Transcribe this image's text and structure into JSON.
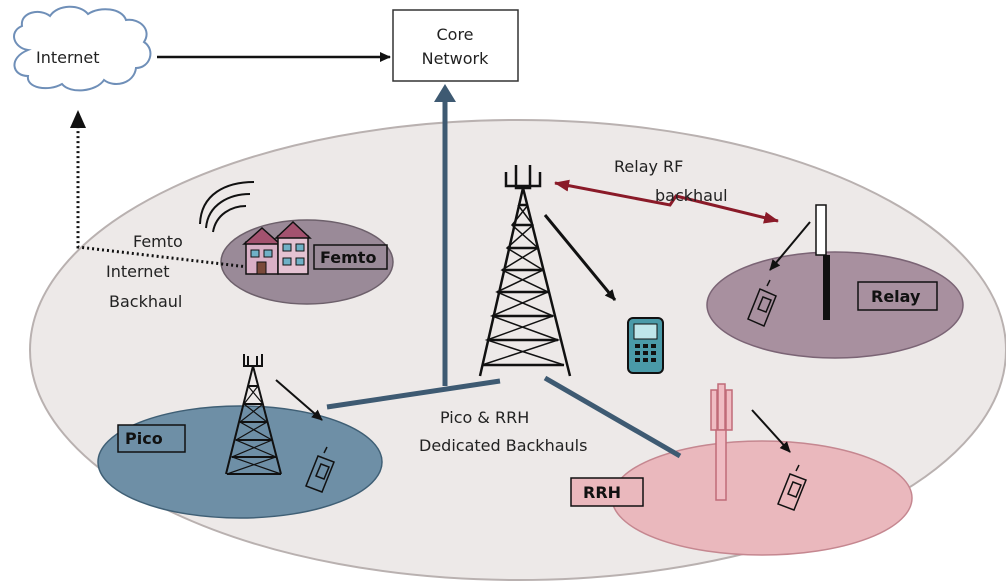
{
  "nodes": {
    "internet": "Internet",
    "core_line1": "Core",
    "core_line2": "Network",
    "femto_box": "Femto",
    "relay_box": "Relay",
    "pico_box": "Pico",
    "rrh_box": "RRH"
  },
  "labels": {
    "femto_backhaul_line1": "Femto",
    "femto_backhaul_line2": "Internet",
    "femto_backhaul_line3": "Backhaul",
    "relay_rf_line1": "Relay RF",
    "relay_rf_line2": "backhaul",
    "pico_rrh_line1": "Pico & RRH",
    "pico_rrh_line2": "Dedicated Backhauls"
  },
  "colors": {
    "macro_cell": "#ede9e8",
    "femto_cell": "#9a8a98",
    "relay_cell": "#a8909f",
    "pico_cell": "#6e8fa6",
    "rrh_cell": "#eab8bd",
    "backhaul": "#3e5a72",
    "relay_rf": "#8a1a28"
  }
}
